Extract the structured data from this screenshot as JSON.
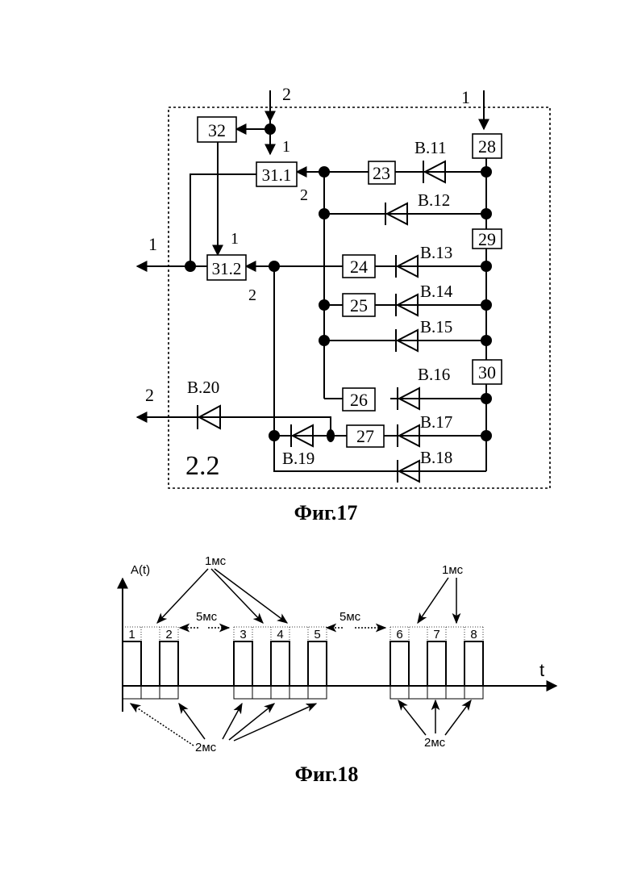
{
  "fig17": {
    "caption": "Фиг.17",
    "block_label": "2.2",
    "blocks": {
      "b32": "32",
      "b31_1": "31.1",
      "b31_2": "31.2",
      "b23": "23",
      "b24": "24",
      "b25": "25",
      "b26": "26",
      "b27": "27",
      "b28": "28",
      "b29": "29",
      "b30": "30"
    },
    "diodes": {
      "v11": "В.11",
      "v12": "В.12",
      "v13": "В.13",
      "v14": "В.14",
      "v15": "В.15",
      "v16": "В.16",
      "v17": "В.17",
      "v18": "В.18",
      "v19": "В.19",
      "v20": "В.20"
    },
    "ports": {
      "in2": "2",
      "in1": "1",
      "out1": "1",
      "out2": "2",
      "b31_1_in1": "1",
      "b31_1_in2": "2",
      "b31_2_in1": "1",
      "b31_2_in2": "2"
    }
  },
  "fig18": {
    "caption": "Фиг.18",
    "y_axis_label": "A(t)",
    "x_axis_label": "t",
    "pulse_labels": [
      "1",
      "2",
      "3",
      "4",
      "5",
      "6",
      "7",
      "8"
    ],
    "annotations": {
      "w1ms_left": "1мс",
      "w1ms_right": "1мс",
      "gap5ms_a": "5мс",
      "gap5ms_b": "5мс",
      "w2ms_left": "2мс",
      "w2ms_right": "2мс"
    }
  }
}
